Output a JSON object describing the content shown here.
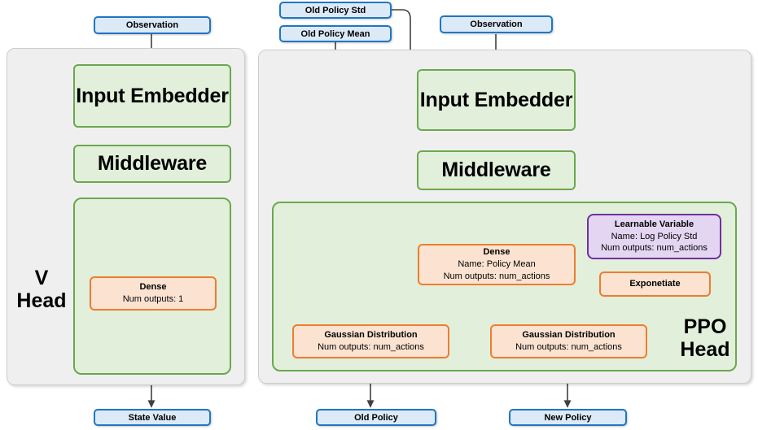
{
  "diagram": {
    "title": "PPO / V Head network architecture",
    "colors": {
      "terminal_fill": "#dce9f7",
      "terminal_border": "#1f76c4",
      "green_fill": "#e2efda",
      "green_border": "#6aa84f",
      "orange_fill": "#fce3d1",
      "orange_border": "#ed7d31",
      "purple_fill": "#e4d5f2",
      "purple_border": "#7030a0",
      "group_fill": "#efefef",
      "group_border": "#cdcdcd"
    }
  },
  "v_head": {
    "caption": "V\nHead",
    "inputs": [
      {
        "label": "Observation"
      }
    ],
    "blocks": [
      {
        "label": "Input Embedder"
      },
      {
        "label": "Middleware"
      }
    ],
    "dense": {
      "title": "Dense",
      "line2": "Num outputs: 1"
    },
    "outputs": [
      {
        "label": "State Value"
      }
    ]
  },
  "ppo_head": {
    "caption": "PPO\nHead",
    "inputs": [
      {
        "label": "Old Policy Std"
      },
      {
        "label": "Old Policy Mean"
      },
      {
        "label": "Observation"
      }
    ],
    "blocks": [
      {
        "label": "Input Embedder"
      },
      {
        "label": "Middleware"
      }
    ],
    "dense": {
      "title": "Dense",
      "line2": "Name: Policy Mean",
      "line3": "Num outputs: num_actions"
    },
    "learnable_variable": {
      "title": "Learnable Variable",
      "line2": "Name: Log Policy Std",
      "line3": "Num outputs: num_actions"
    },
    "exponetiate": {
      "title": "Exponetiate"
    },
    "gaussian_old": {
      "title": "Gaussian Distribution",
      "line2": "Num outputs: num_actions"
    },
    "gaussian_new": {
      "title": "Gaussian Distribution",
      "line2": "Num outputs: num_actions"
    },
    "outputs": [
      {
        "label": "Old Policy"
      },
      {
        "label": "New Policy"
      }
    ]
  }
}
